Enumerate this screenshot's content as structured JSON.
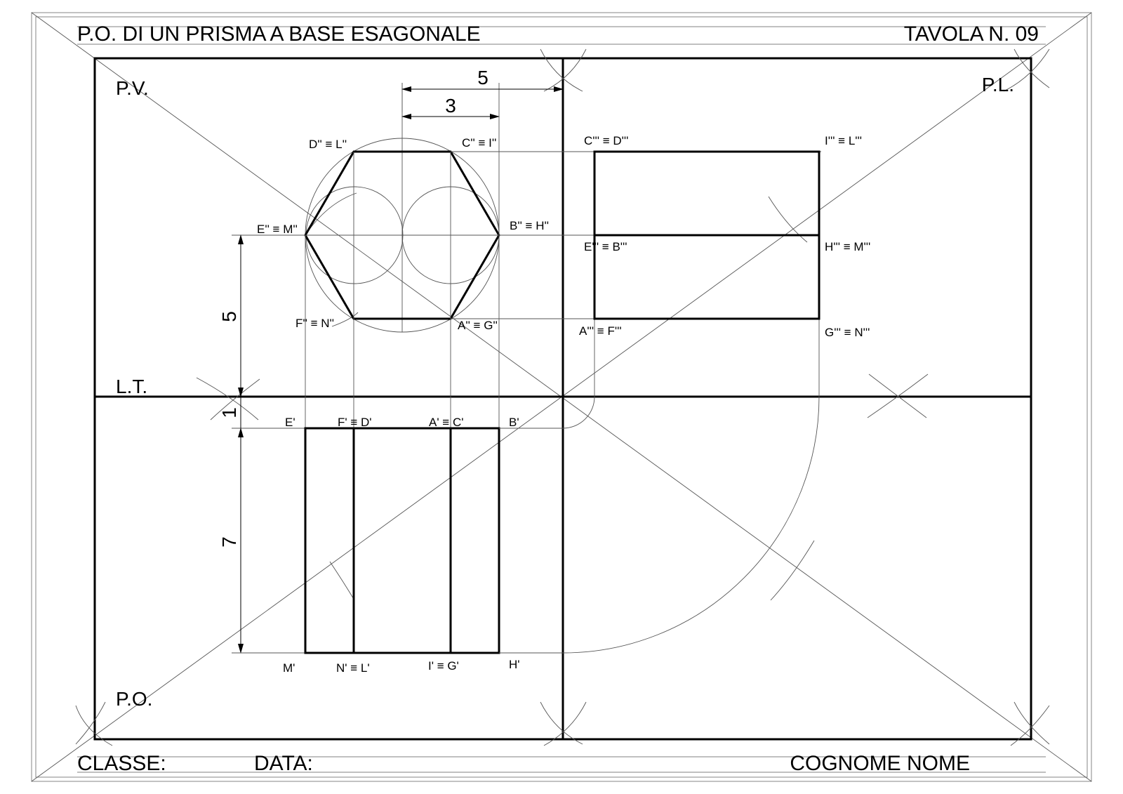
{
  "header": {
    "title": "P.O. DI UN PRISMA A BASE ESAGONALE",
    "sheet_number": "TAVOLA N. 09"
  },
  "planes": {
    "vertical": "P.V.",
    "lateral": "P.L.",
    "horizontal": "P.O.",
    "ground_line": "L.T."
  },
  "front_view_labels": {
    "D_L": "D'' ≡ L''",
    "C_I": "C'' ≡ I''",
    "E_M": "E'' ≡ M''",
    "B_H": "B'' ≡ H''",
    "F_N": "F'' ≡ N''",
    "A_G": "A'' ≡ G''"
  },
  "side_view_labels": {
    "C_D": "C''' ≡ D'''",
    "I_L": "I''' ≡ L'''",
    "E_B": "E''' ≡ B'''",
    "H_M": "H''' ≡ M'''",
    "A_F": "A''' ≡ F'''",
    "G_N": "G''' ≡ N'''"
  },
  "top_view_labels": {
    "E": "E'",
    "F_D": "F' ≡ D'",
    "A_C": "A' ≡ C'",
    "B": "B'",
    "M": "M'",
    "N_L": "N' ≡ L'",
    "I_G": "I' ≡ G'",
    "H": "H'"
  },
  "dimensions": {
    "top_width": "5",
    "top_inner": "3",
    "left_height": "5",
    "gap": "1",
    "depth": "7"
  },
  "footer": {
    "class_label": "CLASSE:",
    "date_label": "DATA:",
    "name_label": "COGNOME NOME"
  }
}
